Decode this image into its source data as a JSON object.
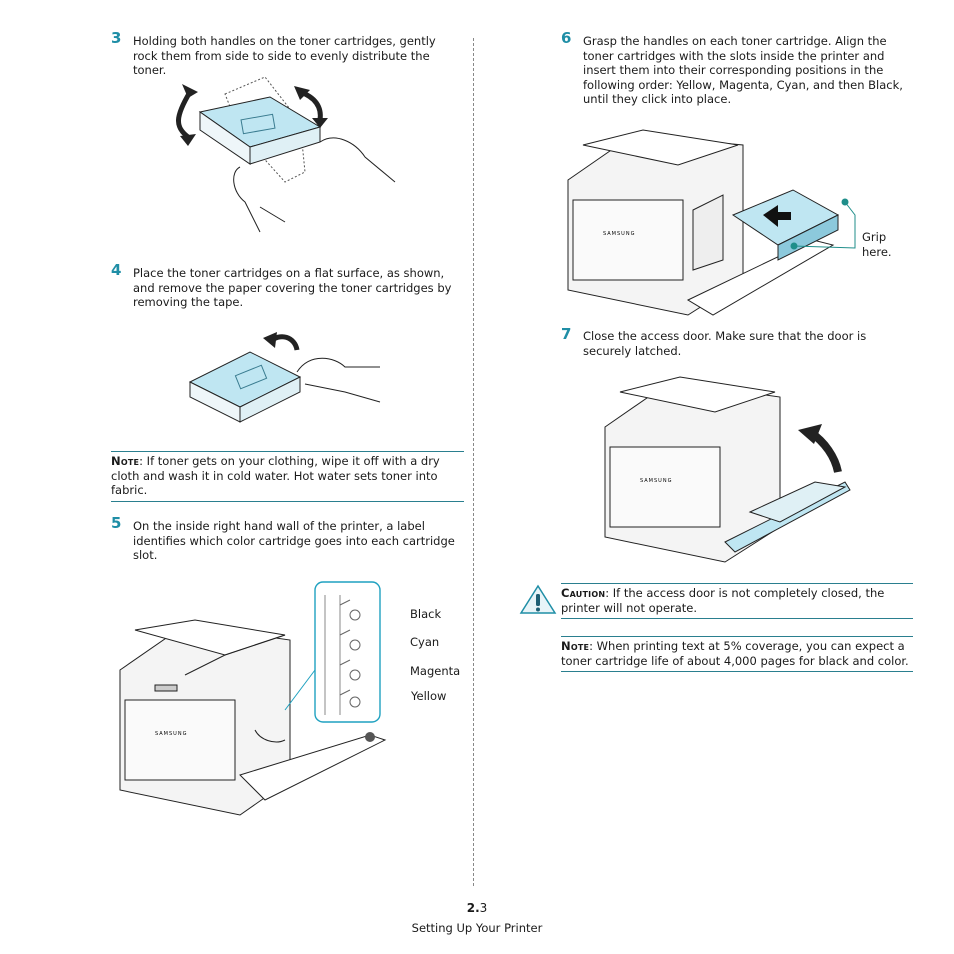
{
  "steps": {
    "s3": {
      "num": "3",
      "text": "Holding both handles on the toner cartridges, gently rock them from side to side to evenly distribute the toner."
    },
    "s4": {
      "num": "4",
      "text": "Place the toner cartridges on a flat surface, as shown, and remove the paper covering the toner cartridges by removing the tape."
    },
    "s5": {
      "num": "5",
      "text": "On the inside right hand wall of the printer, a label identifies which color cartridge goes into each cartridge slot."
    },
    "s6": {
      "num": "6",
      "text": "Grasp the handles on each toner cartridge. Align the toner cartridges with the slots inside the printer and insert them into their corresponding positions in the following order: Yellow, Magenta, Cyan, and then Black, until they click into place."
    },
    "s7": {
      "num": "7",
      "text": "Close the access door. Make sure that the door is securely latched."
    }
  },
  "note1": {
    "label": "Note",
    "text": ": If toner gets on your clothing, wipe it off with a dry cloth and wash it in cold water. Hot water sets toner into fabric."
  },
  "note2": {
    "label": "Note",
    "text": ": When printing text at 5% coverage, you can expect a toner cartridge life of about 4,000 pages for black and color."
  },
  "caution": {
    "label": "Caution",
    "text": ": If the access door is not completely closed, the printer will not operate."
  },
  "color_labels": {
    "black": "Black",
    "cyan": "Cyan",
    "magenta": "Magenta",
    "yellow": "Yellow"
  },
  "grip_label": {
    "line1": "Grip",
    "line2": "here."
  },
  "brand": "SAMSUNG",
  "footer": {
    "page_bold": "2.",
    "page_rest": "3",
    "title": "Setting Up Your Printer"
  },
  "colors": {
    "accent": "#1f8ea6",
    "toner_blue": "#bfe6f2",
    "rule": "#2a7f8f"
  }
}
